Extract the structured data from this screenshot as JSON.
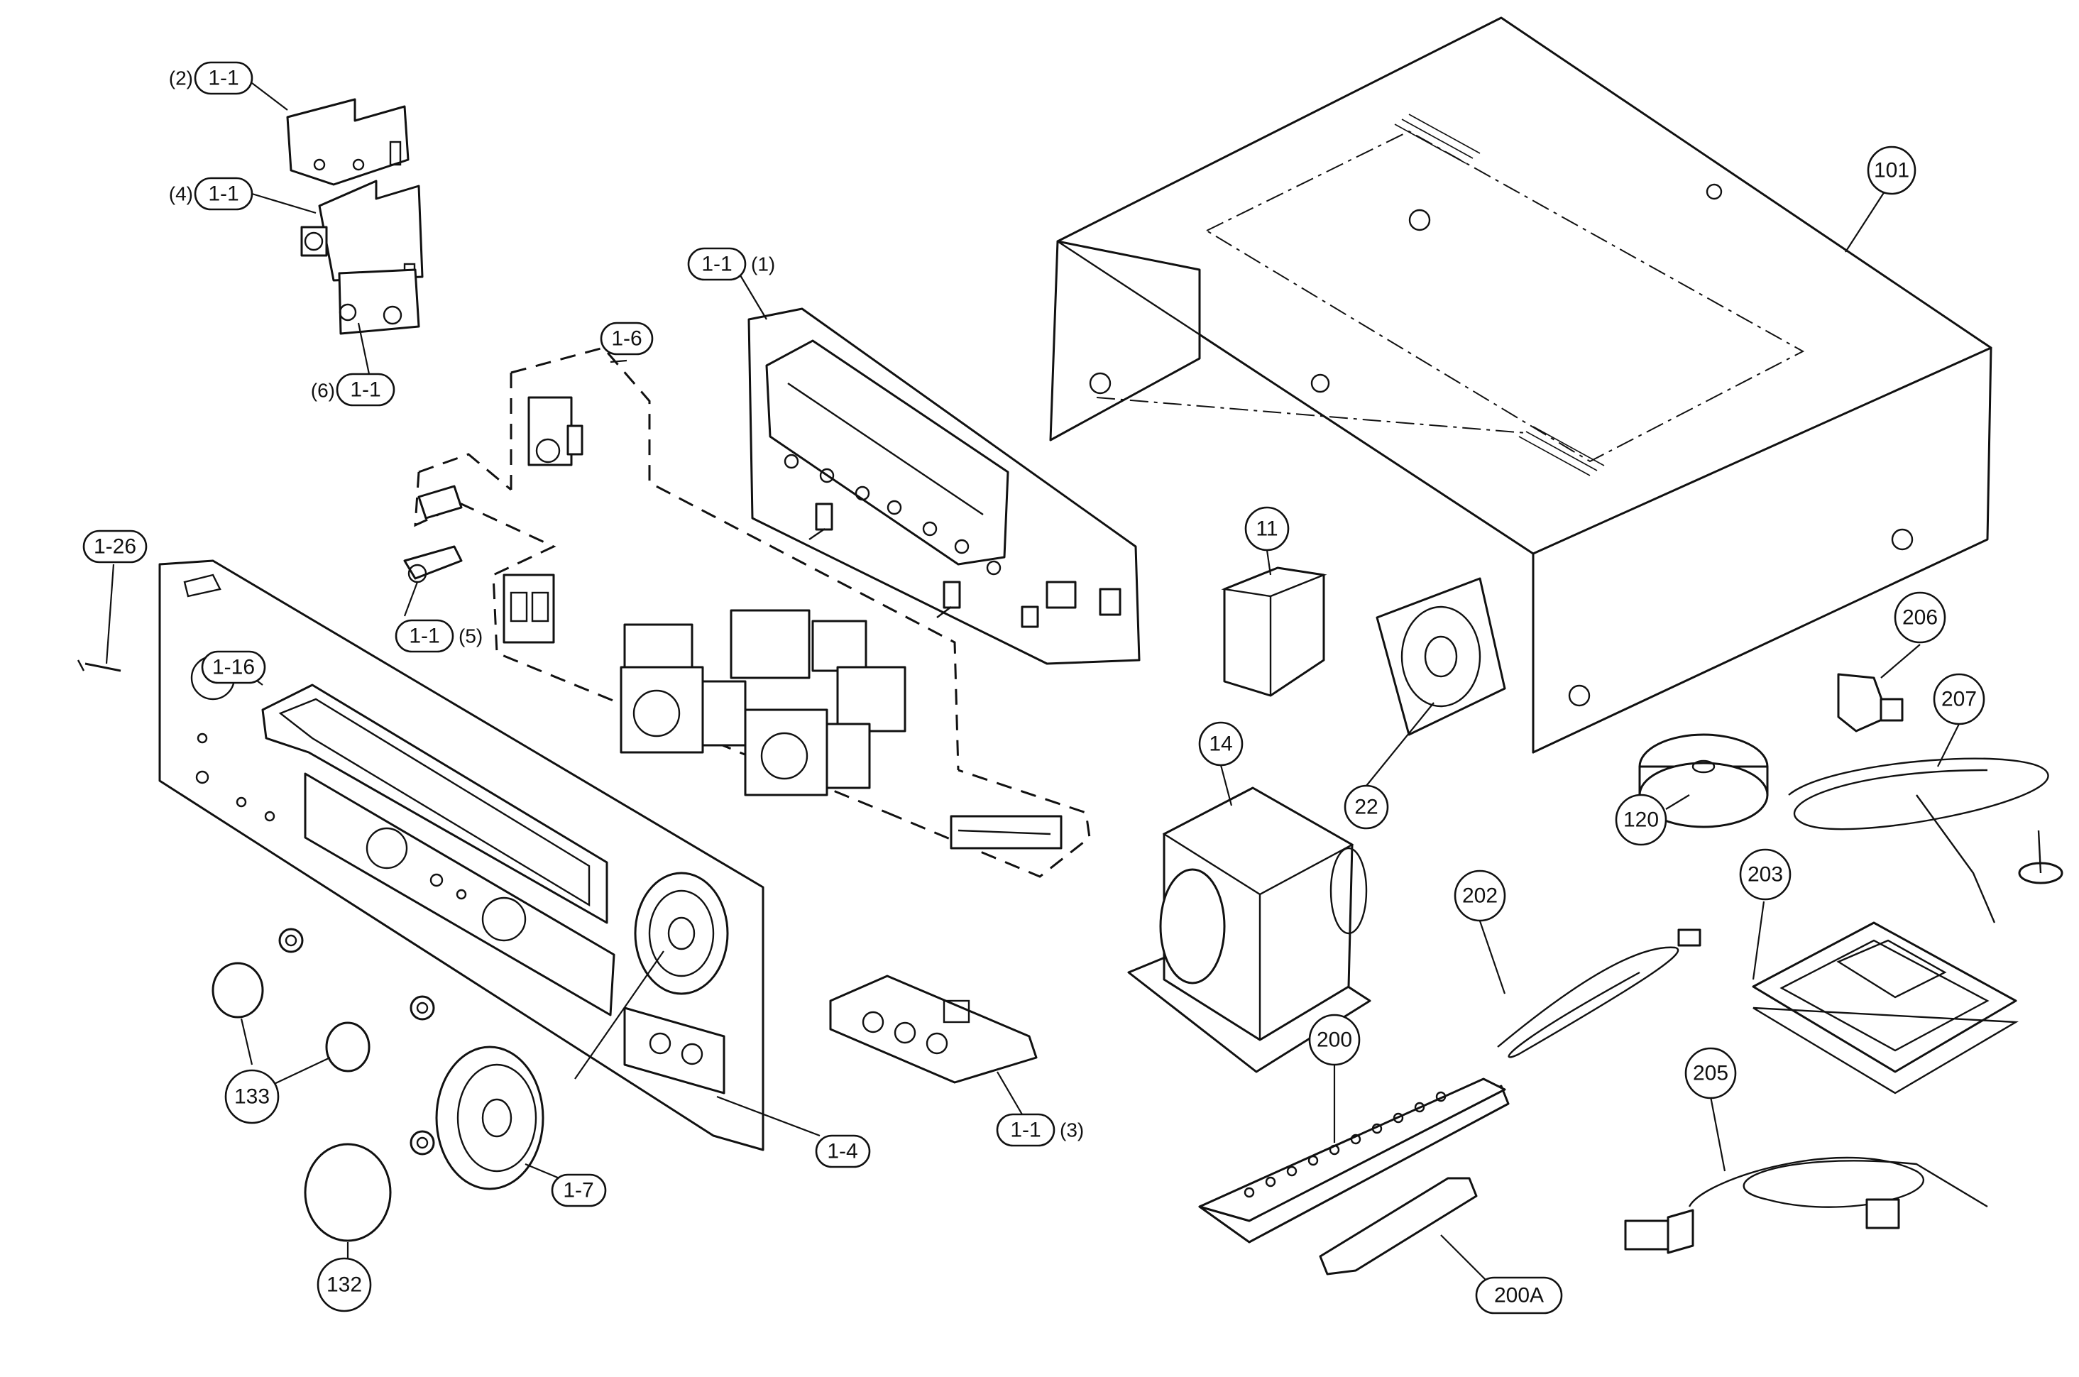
{
  "callouts": [
    {
      "id": "c-1-1-2",
      "label": "1-1",
      "prefix": "(2)"
    },
    {
      "id": "c-1-1-4",
      "label": "1-1",
      "prefix": "(4)"
    },
    {
      "id": "c-1-1-6",
      "label": "1-1",
      "prefix": "(6)"
    },
    {
      "id": "c-1-1-1",
      "label": "1-1",
      "suffix": "(1)"
    },
    {
      "id": "c-1-6",
      "label": "1-6"
    },
    {
      "id": "c-1-1-5",
      "label": "1-1",
      "suffix": "(5)"
    },
    {
      "id": "c-1-26",
      "label": "1-26"
    },
    {
      "id": "c-1-16",
      "label": "1-16"
    },
    {
      "id": "c-101",
      "label": "101"
    },
    {
      "id": "c-11",
      "label": "11"
    },
    {
      "id": "c-22",
      "label": "22"
    },
    {
      "id": "c-206",
      "label": "206"
    },
    {
      "id": "c-207",
      "label": "207"
    },
    {
      "id": "c-120",
      "label": "120"
    },
    {
      "id": "c-14",
      "label": "14"
    },
    {
      "id": "c-202",
      "label": "202"
    },
    {
      "id": "c-203",
      "label": "203"
    },
    {
      "id": "c-200",
      "label": "200"
    },
    {
      "id": "c-205",
      "label": "205"
    },
    {
      "id": "c-200a",
      "label": "200A"
    },
    {
      "id": "c-1-1-3",
      "label": "1-1",
      "suffix": "(3)"
    },
    {
      "id": "c-1-4",
      "label": "1-4"
    },
    {
      "id": "c-1-7",
      "label": "1-7"
    },
    {
      "id": "c-133",
      "label": "133"
    },
    {
      "id": "c-132",
      "label": "132"
    }
  ]
}
